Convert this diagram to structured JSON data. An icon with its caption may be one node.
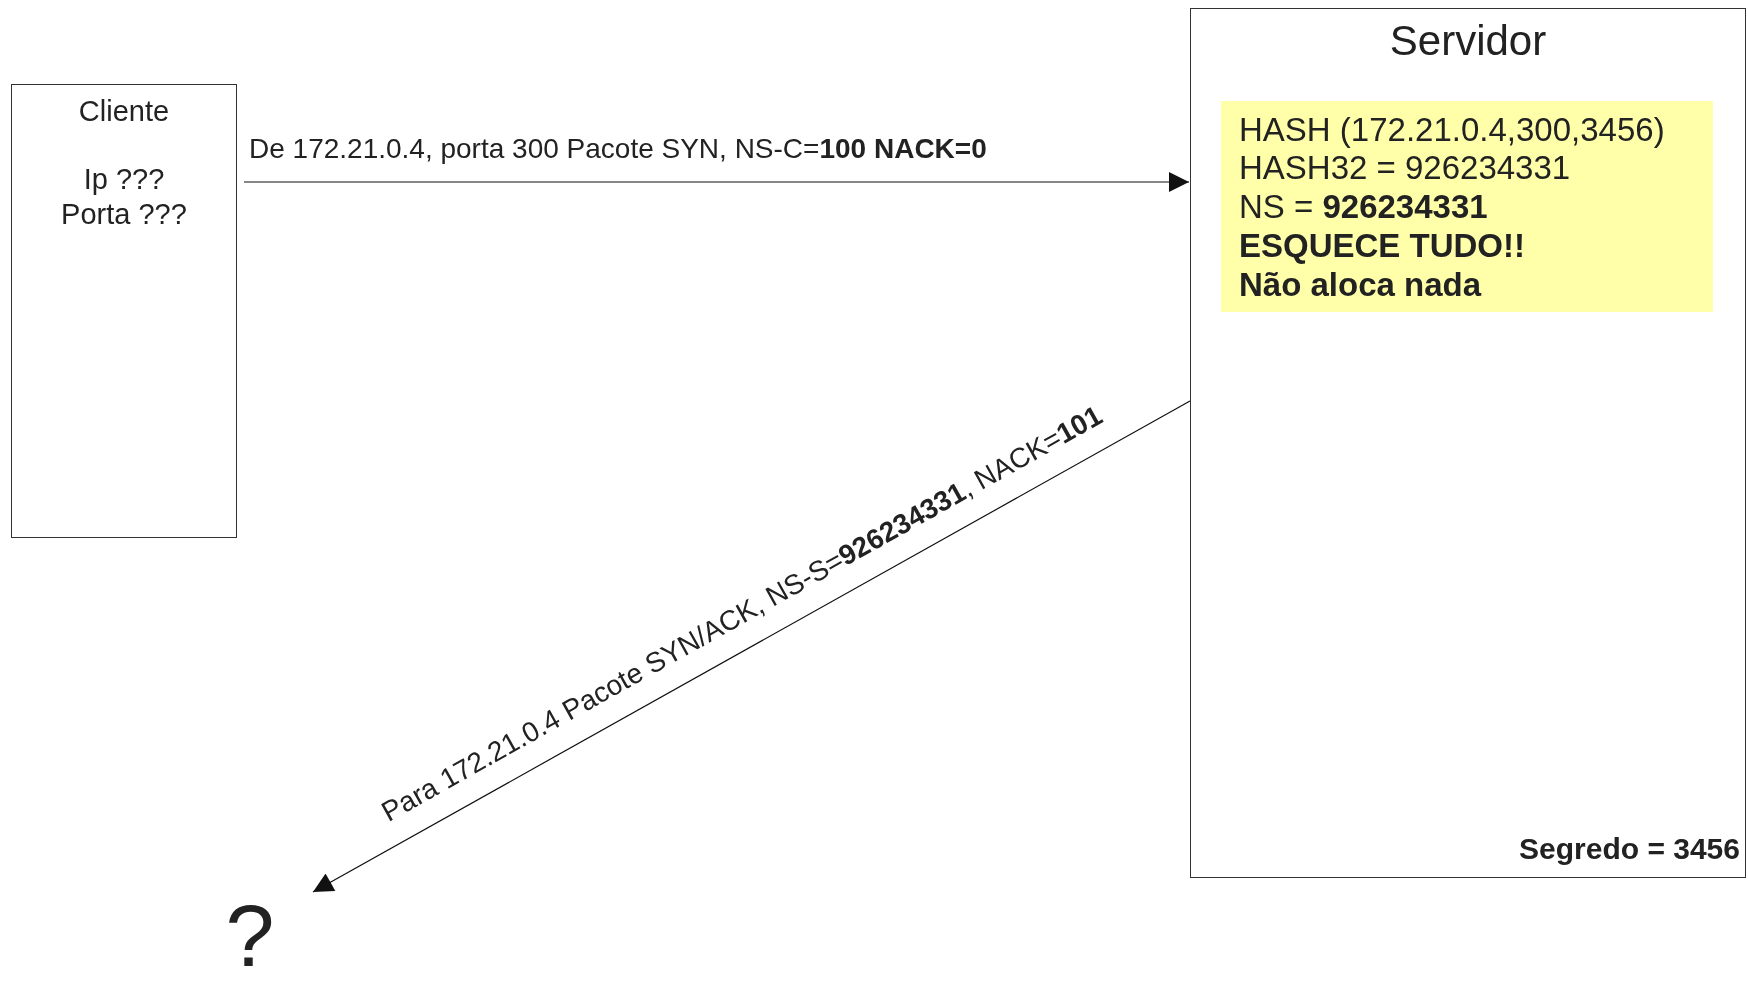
{
  "diagram": {
    "nodes": [
      {
        "text": [
          "Cliente",
          "Ip ???",
          "Porta ???"
        ]
      },
      {
        "text": [
          "Servidor"
        ]
      },
      {
        "text": [
          "HASH (172.21.0.4,300,3456)",
          "HASH32 = 926234331",
          "NS = **926234331**",
          "ESQUECE TUDO!!",
          "Não aloca nada"
        ],
        "in": 1
      },
      {
        "text": [
          "?"
        ]
      }
    ],
    "edges": [
      {
        "from": 0,
        "to": 1,
        "arrow": "to",
        "label": "De 172.21.0.4, porta 300 Pacote SYN, NS-C=**100 NACK=0**"
      },
      {
        "from": 1,
        "to": 3,
        "arrow": "to",
        "label": "Para 172.21.0.4 Pacote SYN/ACK, NS-S=**926234331**, NACK=**101**"
      }
    ],
    "labels": [
      "Segredo = 3456"
    ]
  }
}
